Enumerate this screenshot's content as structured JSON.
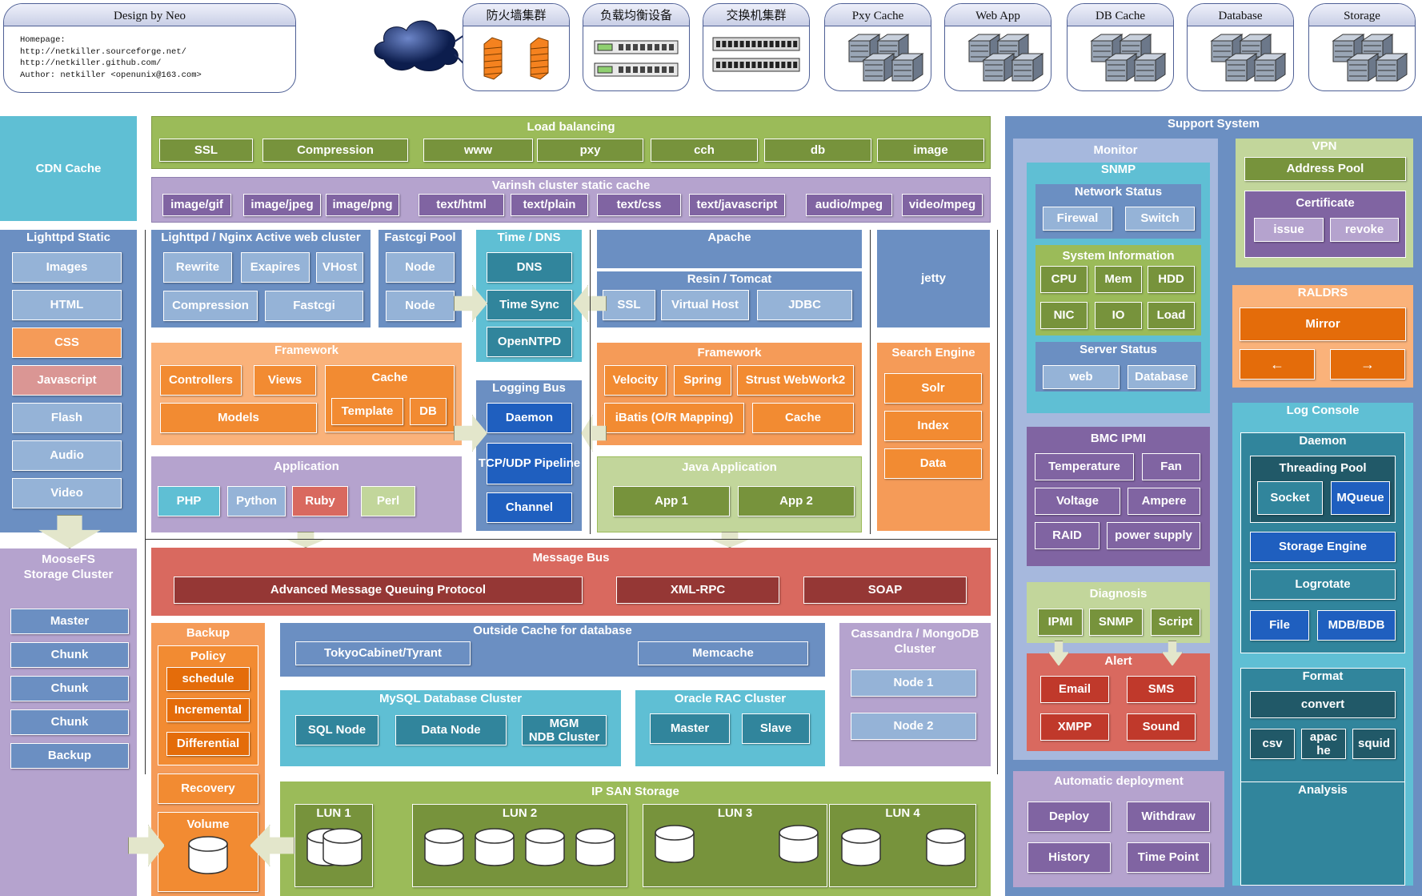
{
  "header": {
    "title": "Design by Neo",
    "text": "Homepage:\nhttp://netkiller.sourceforge.net/\nhttp://netkiller.github.com/\nAuthor: netkiller <openunix@163.com>"
  },
  "hardware": [
    "防火墙集群",
    "负载均衡设备",
    "交换机集群",
    "Pxy Cache",
    "Web App",
    "DB Cache",
    "Database",
    "Storage"
  ],
  "cdn": "CDN Cache",
  "lb": {
    "title": "Load balancing",
    "items": [
      "SSL",
      "Compression",
      "www",
      "pxy",
      "cch",
      "db",
      "image"
    ]
  },
  "varnish": {
    "title": "Varinsh cluster static  cache",
    "items": [
      "image/gif",
      "image/jpeg",
      "image/png",
      "text/html",
      "text/plain",
      "text/css",
      "text/javascript",
      "audio/mpeg",
      "video/mpeg"
    ]
  },
  "lighttpd": {
    "title": "Lighttpd Static",
    "items": [
      "Images",
      "HTML",
      "CSS",
      "Javascript",
      "Flash",
      "Audio",
      "Video"
    ]
  },
  "moosefs": {
    "title": "MooseFS\nStorage Cluster",
    "items": [
      "Master",
      "Chunk",
      "Chunk",
      "Chunk",
      "Backup"
    ]
  },
  "nginx": {
    "title": "Lighttpd / Nginx Active web cluster",
    "items": [
      "Rewrite",
      "Exapires",
      "VHost",
      "Compression",
      "Fastcgi"
    ]
  },
  "fastcgi": {
    "title": "Fastcgi Pool",
    "items": [
      "Node",
      "Node"
    ]
  },
  "timedns": {
    "title": "Time / DNS",
    "items": [
      "DNS",
      "Time Sync",
      "OpenNTPD"
    ]
  },
  "logbus": {
    "title": "Logging Bus",
    "items": [
      "Daemon",
      "TCP/UDP Pipeline",
      "Channel"
    ]
  },
  "apache": {
    "title": "Apache"
  },
  "resin": {
    "title": "Resin / Tomcat",
    "items": [
      "SSL",
      "Virtual Host",
      "JDBC"
    ]
  },
  "jetty": {
    "title": "jetty"
  },
  "fw1": {
    "title": "Framework",
    "items": [
      "Controllers",
      "Views",
      "Models"
    ],
    "cache": {
      "title": "Cache",
      "items": [
        "Template",
        "DB"
      ]
    }
  },
  "fw2": {
    "title": "Framework",
    "items": [
      "Velocity",
      "Spring",
      "Strust WebWork2",
      "iBatis (O/R Mapping)",
      "Cache"
    ]
  },
  "search": {
    "title": "Search Engine",
    "items": [
      "Solr",
      "Index",
      "Data"
    ]
  },
  "app": {
    "title": "Application",
    "items": [
      "PHP",
      "Python",
      "Ruby",
      "Perl"
    ]
  },
  "japp": {
    "title": "Java Application",
    "items": [
      "App 1",
      "App 2"
    ]
  },
  "msgbus": {
    "title": "Message Bus",
    "items": [
      "Advanced Message Queuing Protocol",
      "XML-RPC",
      "SOAP"
    ]
  },
  "backup": {
    "title": "Backup",
    "policy": "Policy",
    "items": [
      "schedule",
      "Incremental",
      "Differential"
    ],
    "recovery": "Recovery",
    "volume": "Volume"
  },
  "ocache": {
    "title": "Outside Cache for database",
    "items": [
      "TokyoCabinet/Tyrant",
      "Memcache"
    ]
  },
  "mysql": {
    "title": "MySQL Database Cluster",
    "items": [
      "SQL Node",
      "Data Node",
      "MGM\nNDB Cluster"
    ]
  },
  "oracle": {
    "title": "Oracle  RAC Cluster",
    "items": [
      "Master",
      "Slave"
    ]
  },
  "cass": {
    "title": "Cassandra / MongoDB\nCluster",
    "items": [
      "Node 1",
      "Node 2"
    ]
  },
  "ipsan": {
    "title": "IP SAN Storage",
    "luns": [
      "LUN 1",
      "LUN 2",
      "LUN 3",
      "LUN 4"
    ]
  },
  "support": {
    "title": "Support System"
  },
  "monitor": {
    "title": "Monitor",
    "snmp": "SNMP",
    "netstatus": {
      "title": "Network Status",
      "items": [
        "Firewal",
        "Switch"
      ]
    },
    "sysinfo": {
      "title": "System Information",
      "items": [
        "CPU",
        "Mem",
        "HDD",
        "NIC",
        "IO",
        "Load"
      ]
    },
    "srvstatus": {
      "title": "Server Status",
      "items": [
        "web",
        "Database"
      ]
    },
    "bmc": {
      "title": "BMC IPMI",
      "items": [
        "Temperature",
        "Fan",
        "Voltage",
        "Ampere",
        "RAID",
        "power supply"
      ]
    },
    "diag": {
      "title": "Diagnosis",
      "items": [
        "IPMI",
        "SNMP",
        "Script"
      ]
    },
    "alert": {
      "title": "Alert",
      "items": [
        "Email",
        "SMS",
        "XMPP",
        "Sound"
      ]
    }
  },
  "vpn": {
    "title": "VPN",
    "pool": "Address Pool",
    "cert": "Certificate",
    "items": [
      "issue",
      "revoke"
    ]
  },
  "raldrs": {
    "title": "RALDRS",
    "mirror": "Mirror",
    "left": "←",
    "right": "→"
  },
  "log": {
    "title": "Log Console",
    "daemon": "Daemon",
    "pool": "Threading Pool",
    "items": [
      "Socket",
      "MQueue"
    ],
    "storage": "Storage Engine",
    "logrotate": "Logrotate",
    "file": "File",
    "mdb": "MDB/BDB",
    "format": "Format",
    "convert": "convert",
    "fmts": [
      "csv",
      "apac\nhe",
      "squid"
    ],
    "analysis": "Analysis"
  },
  "deploy": {
    "title": "Automatic deployment",
    "items": [
      "Deploy",
      "Withdraw",
      "History",
      "Time Point"
    ]
  }
}
